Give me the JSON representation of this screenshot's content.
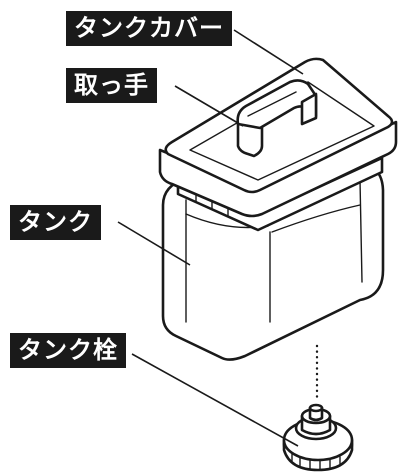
{
  "labels": {
    "tank_cover": "タンクカバー",
    "handle": "取っ手",
    "tank": "タンク",
    "tank_plug": "タンク栓"
  },
  "colors": {
    "label_background": "#1a1a1a",
    "label_text": "#ffffff",
    "line_art": "#1a1a1a",
    "background": "#ffffff"
  }
}
